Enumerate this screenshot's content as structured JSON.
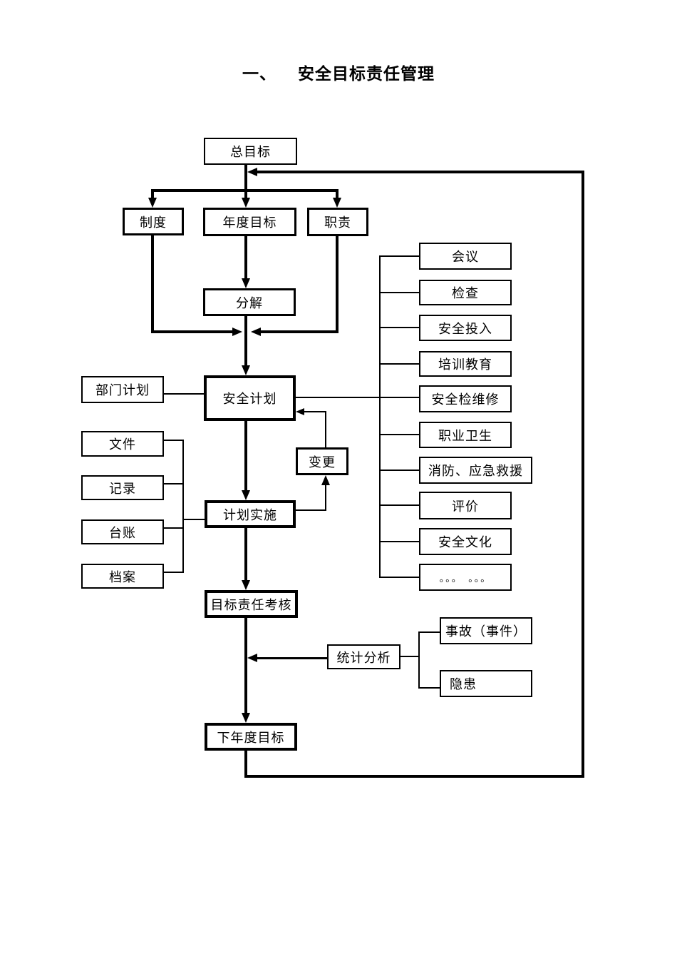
{
  "page": {
    "background": "#ffffff",
    "line_color": "#000000",
    "text_color": "#000000"
  },
  "title": {
    "prefix": "一、",
    "text": "安全目标责任管理"
  },
  "nodes": {
    "overall_goal": "总目标",
    "system": "制度",
    "annual_goal": "年度目标",
    "duty": "职责",
    "decompose": "分解",
    "safety_plan": "安全计划",
    "department_plan": "部门计划",
    "change": "变更",
    "plan_implementation": "计划实施",
    "target_assessment": "目标责任考核",
    "statistical_analysis": "统计分析",
    "accident_event": "事故（事件）",
    "hidden_danger": "隐患",
    "next_year_goal": "下年度目标"
  },
  "left_column": [
    "文件",
    "记录",
    "台账",
    "档案"
  ],
  "right_column": [
    "会议",
    "检查",
    "安全投入",
    "培训教育",
    "安全检维修",
    "职业卫生",
    "消防、应急救援",
    "评价",
    "安全文化",
    "。。。　。。。"
  ]
}
